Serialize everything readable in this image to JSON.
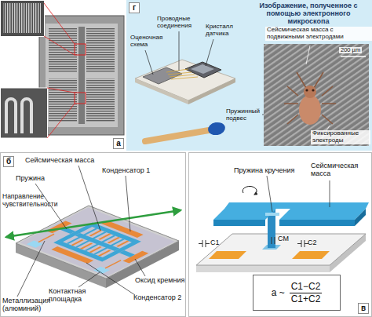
{
  "diagram": {
    "nodes": [
      {
        "text": [
          "а"
        ]
      },
      {
        "text": [
          "г"
        ]
      },
      {
        "text": [
          "б"
        ]
      },
      {
        "text": [
          "a ~",
          "C1−C2",
          "C1+C2"
        ]
      },
      {
        "text": [
          "в"
        ]
      }
    ],
    "labels": [
      "Изображение, полученное с помощью электронного микроскопа",
      "Проводные соединения",
      "Кристалл датчика",
      "Оценочная схема",
      "Сейсмическая масса с подвижными электродами",
      "200 µm",
      "Пружинный подвес",
      "Фиксированные электроды",
      "Сейсмическая масса",
      "Конденсатор 1",
      "Пружина",
      "Направление чувствительности",
      "Контактная площадка",
      "Металлизация (алюминий)",
      "Конденсатор 2",
      "Оксид кремния",
      "Пружина кручения",
      "Сейсмическая масса",
      "C1",
      "CM",
      "C2"
    ]
  }
}
